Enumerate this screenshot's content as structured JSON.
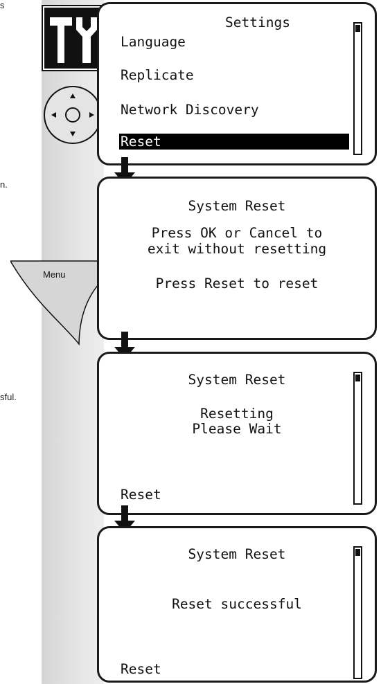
{
  "left_margin": {
    "fragments": [
      "s",
      "n.",
      "sful."
    ]
  },
  "icons": {
    "tool": "tools-icon",
    "navigation": "navigation-pad-icon",
    "flow_arrow": "down-arrow-icon"
  },
  "menu_tab": {
    "label": "Menu"
  },
  "screen1": {
    "title": "Settings",
    "items": [
      "Language",
      "Replicate",
      "Network Discovery",
      "Reset"
    ],
    "selected_item": "Reset"
  },
  "screen2": {
    "title": "System Reset",
    "message_line1": "Press OK or Cancel to",
    "message_line2": "exit without resetting",
    "message_line3": "Press Reset to reset"
  },
  "screen3": {
    "title": "System Reset",
    "status_line1": "Resetting",
    "status_line2": "Please Wait",
    "softkey": "Reset"
  },
  "screen4": {
    "title": "System Reset",
    "status": "Reset successful",
    "softkey": "Reset"
  },
  "colors": {
    "screen_border": "#1a1a1a",
    "selection_bg": "#000000",
    "gutter": "#e0e0e0",
    "menu_tab": "#d6d6d6"
  }
}
